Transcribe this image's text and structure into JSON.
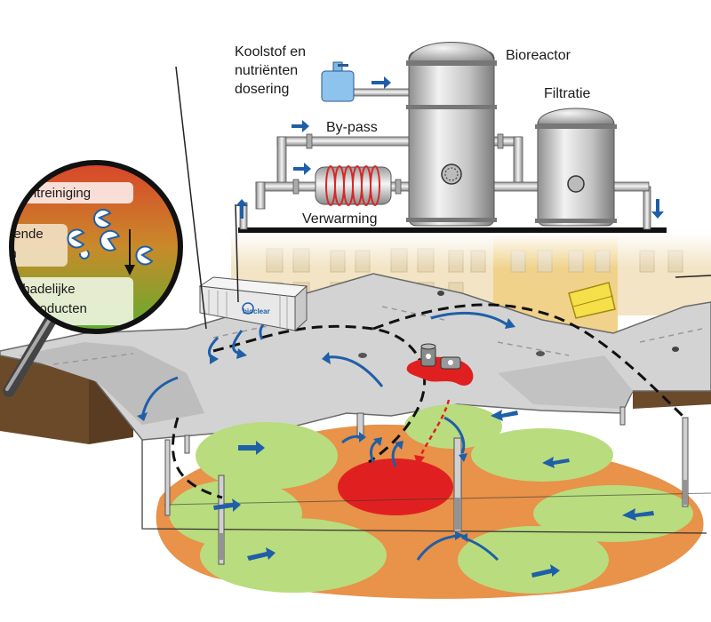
{
  "labels": {
    "carbon_dosing_line1": "Koolstof en",
    "carbon_dosing_line2": "nutriënten",
    "carbon_dosing_line3": "dosering",
    "bioreactor": "Bioreactor",
    "filtration": "Filtratie",
    "bypass": "By-pass",
    "heating": "Verwarming",
    "container_logo": "bioclear"
  },
  "magnifier": {
    "pollution": "Verontreiniging",
    "degrading_line1": "erende",
    "degrading_line2": "en",
    "harmless_line1": "nschadelijke",
    "harmless_line2": "raakproducten"
  },
  "colors": {
    "flow_arrow": "#1f5fa8",
    "contamination_core": "#e02020",
    "contamination_plume": "#e8924a",
    "treated_zone": "#b9dc7e",
    "ground_slab": "#cfcfcf",
    "tank_steel": "#c8c8c8",
    "heating_coil": "#d62828"
  }
}
